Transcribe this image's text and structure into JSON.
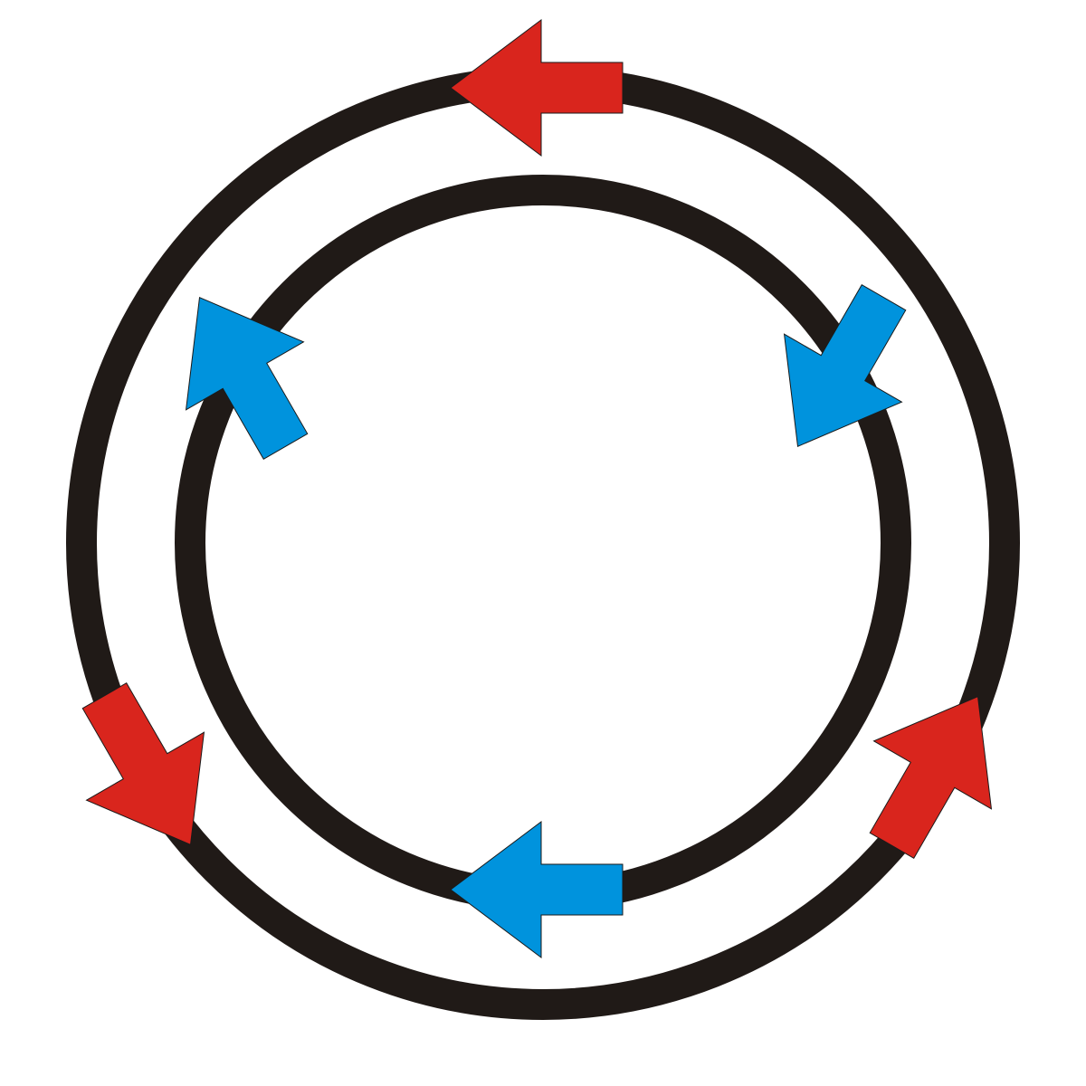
{
  "colors": {
    "background": "#ffffff",
    "ring": "#201a17",
    "outer_arrow": "#d9251d",
    "inner_arrow": "#0093dd"
  },
  "rings": [
    {
      "name": "outer-ring",
      "arrow_direction": "counter-clockwise",
      "arrow_count": 3
    },
    {
      "name": "inner-ring",
      "arrow_direction": "clockwise",
      "arrow_count": 3
    }
  ],
  "icons": {
    "outer_arrows": "arrow-icon",
    "inner_arrows": "arrow-icon"
  }
}
